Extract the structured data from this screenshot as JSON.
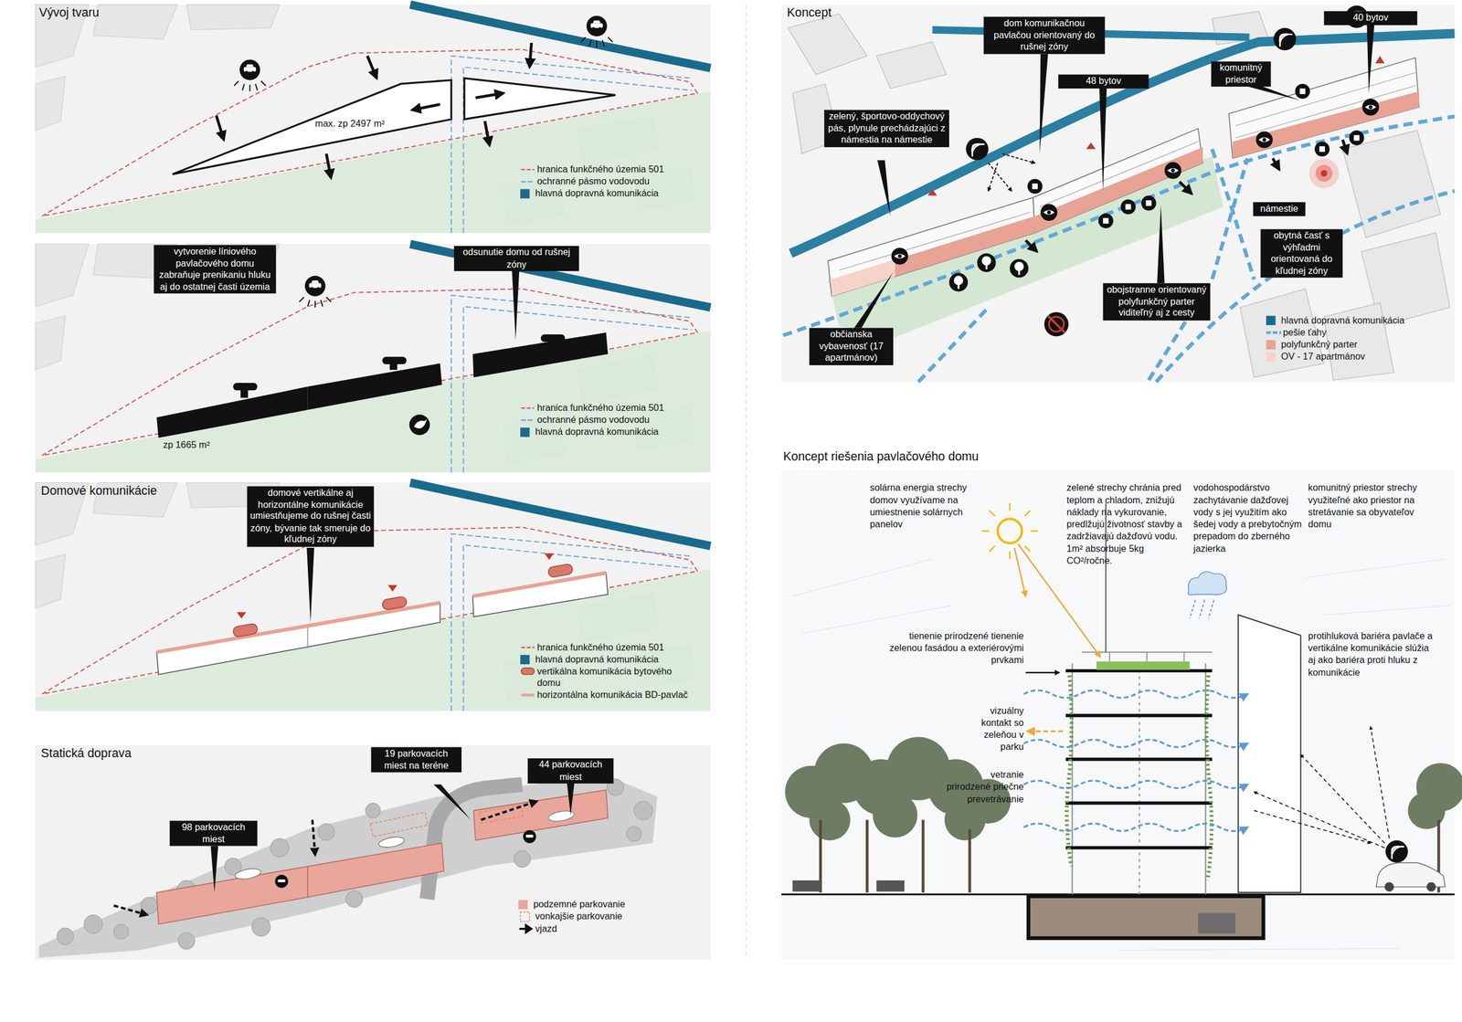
{
  "diagram": {
    "nodes": [
      {
        "text": [
          "vytvorenie líniového pavlačového domu zabraňuje prenikaniu hluku aj do ostatnej časti územia"
        ]
      },
      {
        "text": [
          "odsunutie domu od rušnej zóny"
        ]
      },
      {
        "text": [
          "domové vertikálne aj horizontálne komunikácie umiestňujeme do rušnej časti zóny, bývanie tak smeruje do kľudnej zóny"
        ]
      },
      {
        "text": [
          "98 parkovacích miest"
        ]
      },
      {
        "text": [
          "19 parkovacích miest na teréne"
        ]
      },
      {
        "text": [
          "44 parkovacích miest"
        ]
      },
      {
        "text": [
          "dom komunikačnou pavlačou orientovaný do rušnej zóny"
        ]
      },
      {
        "text": [
          "40 bytov"
        ]
      },
      {
        "text": [
          "komunitný priestor"
        ]
      },
      {
        "text": [
          "48 bytov"
        ]
      },
      {
        "text": [
          "zelený, športovo-oddychový pás, plynule prechádzajúci z námestia na námestie"
        ]
      },
      {
        "text": [
          "námestie"
        ]
      },
      {
        "text": [
          "obytná časť s výhľadmi orientovaná do kľudnej zóny"
        ]
      },
      {
        "text": [
          "obojstranne orientovaný polyfunkčný parter viditeľný aj z cesty"
        ]
      },
      {
        "text": [
          "občianska vybavenosť (17 apartmánov)"
        ]
      }
    ],
    "labels": [
      "Vývoj tvaru",
      "max. zp 2497 m²",
      "zp 1665 m²",
      "Domové komunikácie",
      "Statická doprava",
      "Koncept",
      "Koncept riešenia pavlačového domu",
      "solárna energia strechy domov využívame na umiestnenie solárnych panelov",
      "zelené strechy chránia pred teplom a chladom, znižujú náklady na vykurovanie, predlžujú životnosť stavby a zadržiavajú dažďovú vodu. 1m² absorbuje 5kg CO²/ročne.",
      "vodohospodárstvo zachytávanie dažďovej vody s jej využitím ako šedej vody a prebytočným prepadom do zberného jazierka",
      "komunitný priestor strechy využiteľné ako priestor na stretávanie sa obyvateľov domu",
      "tienenie prirodzené tienenie zelenou fasádou a exteriérovými prvkami",
      "vizuálny kontakt so zeleňou v parku",
      "vetranie prirodzené priečne prevetrávanie",
      "protihluková bariéra pavlače a vertikálne komunikácie slúžia aj ako bariéra proti hluku z komunikácie"
    ],
    "legend": [
      {
        "text": "hranica funkčného územia 501"
      },
      {
        "text": "ochranné pásmo vodovodu"
      },
      {
        "text": "hlavná dopravná komunikácia",
        "color": "#1a6a8c"
      },
      {
        "text": "hranica funkčného územia 501"
      },
      {
        "text": "ochranné pásmo vodovodu"
      },
      {
        "text": "hlavná dopravná komunikácia",
        "color": "#1a6a8c"
      },
      {
        "text": "hranica funkčného územia 501"
      },
      {
        "text": "hlavná dopravná komunikácia",
        "color": "#1a6a8c"
      },
      {
        "text": "vertikálna komunikácia bytového domu"
      },
      {
        "text": "horizontálna komunikácia BD-pavlač"
      },
      {
        "text": "podzemné parkovanie",
        "color": "#e9a79c"
      },
      {
        "text": "vonkajšie parkovanie"
      },
      {
        "text": "vjazd"
      },
      {
        "text": "hlavná dopravná komunikácia",
        "color": "#1a6a8c"
      },
      {
        "text": "pešie ťahy"
      },
      {
        "text": "polyfunkčný parter",
        "color": "#e8a394"
      },
      {
        "text": "OV - 17 apartmánov",
        "color": "#f6d3c9"
      }
    ]
  }
}
